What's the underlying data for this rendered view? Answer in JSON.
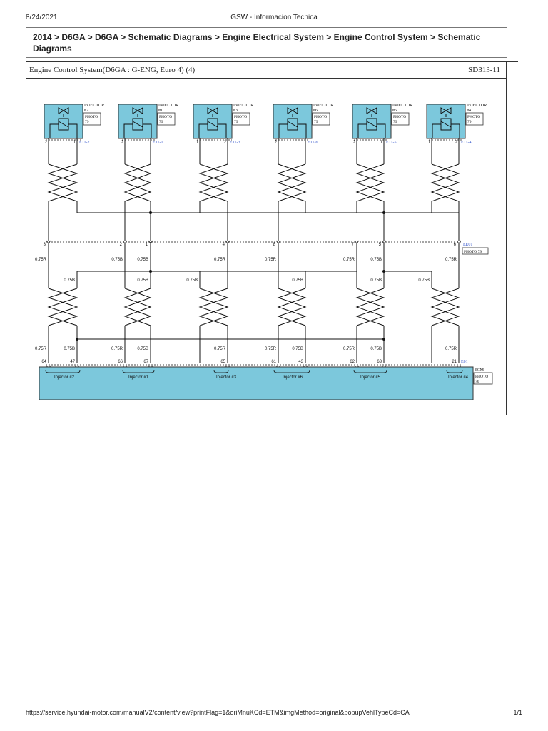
{
  "header": {
    "date": "8/24/2021",
    "title": "GSW - Informacion Tecnica"
  },
  "breadcrumb": "2014 > D6GA > D6GA > Schematic Diagrams > Engine Electrical System > Engine Control System > Schematic Diagrams",
  "diagram": {
    "title": "Engine Control System(D6GA : G-ENG, Euro 4) (4)",
    "code": "SD313-11",
    "injectors": [
      {
        "label": "INJECTOR",
        "num": "#2",
        "photo": "PHOTO",
        "photo_num": "79",
        "conn": "E11-2",
        "pins": [
          "2",
          "1"
        ]
      },
      {
        "label": "INJECTOR",
        "num": "#1",
        "photo": "PHOTO",
        "photo_num": "79",
        "conn": "E11-1",
        "pins": [
          "2",
          "1"
        ]
      },
      {
        "label": "INJECTOR",
        "num": "#3",
        "photo": "PHOTO",
        "photo_num": "79",
        "conn": "E11-3",
        "pins": [
          "1",
          "2"
        ]
      },
      {
        "label": "INJECTOR",
        "num": "#6",
        "photo": "PHOTO",
        "photo_num": "79",
        "conn": "E11-6",
        "pins": [
          "2",
          "1"
        ]
      },
      {
        "label": "INJECTOR",
        "num": "#5",
        "photo": "PHOTO",
        "photo_num": "79",
        "conn": "E11-5",
        "pins": [
          "2",
          "1"
        ]
      },
      {
        "label": "INJECTOR",
        "num": "#4",
        "photo": "PHOTO",
        "photo_num": "79",
        "conn": "E11-4",
        "pins": [
          "1",
          "2"
        ]
      }
    ],
    "connector_ee01": {
      "name": "EE01",
      "photo": "PHOTO 79",
      "pins": [
        "3",
        "2",
        "1",
        "4",
        "8",
        "7",
        "5",
        "6"
      ]
    },
    "ecm": {
      "name": "ECM",
      "photo": "PHOTO",
      "photo_num": "76",
      "conn": "E01",
      "pins": [
        "64",
        "47",
        "66",
        "67",
        "65",
        "61",
        "43",
        "62",
        "63",
        "21"
      ],
      "groups": [
        "Injector #2",
        "Injector #1",
        "Injector #3",
        "Injector #6",
        "Injector #5",
        "Injector #4"
      ]
    },
    "wire_labels": {
      "r": "0.75R",
      "b": "0.75B"
    },
    "colors": {
      "component_fill": "#7cc8dc",
      "connector_text": "#3355cc",
      "wire": "#111111"
    }
  },
  "footer": {
    "url": "https://service.hyundai-motor.com/manualV2/content/view?printFlag=1&oriMnuKCd=ETM&imgMethod=original&popupVehlTypeCd=CA",
    "page": "1/1"
  }
}
